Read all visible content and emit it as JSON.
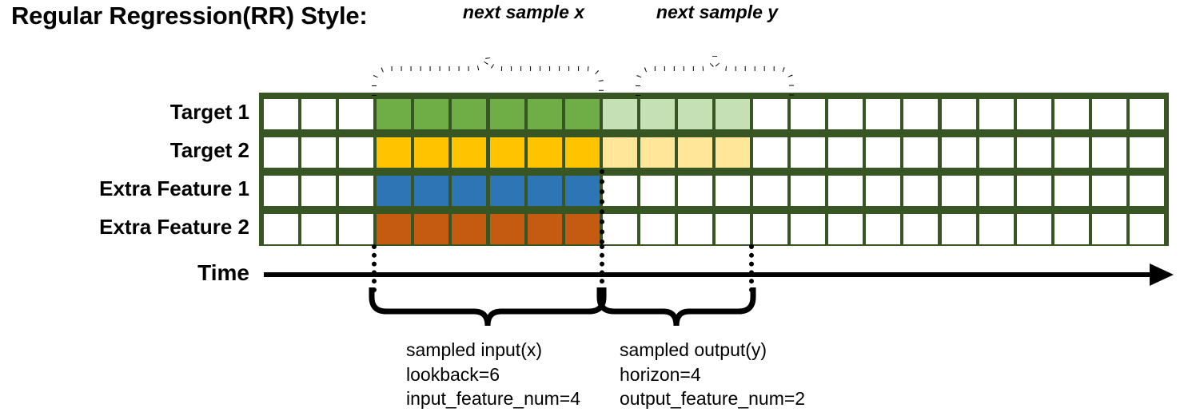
{
  "title": "Regular Regression(RR) Style:",
  "rows": [
    {
      "label": "Target 1",
      "solid_color": "#6FAD46",
      "light_color": "#C5E0B4",
      "has_output": true
    },
    {
      "label": "Target 2",
      "solid_color": "#FFC300",
      "light_color": "#FFE699",
      "has_output": true
    },
    {
      "label": "Extra Feature 1",
      "solid_color": "#2E75B6",
      "light_color": "#FFFFFF",
      "has_output": false
    },
    {
      "label": "Extra Feature 2",
      "solid_color": "#C55A11",
      "light_color": "#FFFFFF",
      "has_output": false
    }
  ],
  "grid": {
    "total_columns": 24,
    "leading_blank_columns": 3,
    "input_columns": 6,
    "output_columns": 4,
    "trailing_blank_columns": 11,
    "border_color": "#375623",
    "empty_cell_color": "#FFFFFF"
  },
  "time_axis": {
    "label": "Time",
    "arrow_direction": "right"
  },
  "top_callouts": [
    {
      "label": "next sample x",
      "span": "input"
    },
    {
      "label": "next sample y",
      "span": "output"
    }
  ],
  "bottom_callouts": [
    {
      "title": "sampled input(x)",
      "line2": "lookback=6",
      "line3": "input_feature_num=4"
    },
    {
      "title": "sampled output(y)",
      "line2": "horizon=4",
      "line3": "output_feature_num=2"
    }
  ],
  "colors": {
    "grid_border": "#375623",
    "target1": "#6FAD46",
    "target1_light": "#C5E0B4",
    "target2": "#FFC300",
    "target2_light": "#FFE699",
    "extra1": "#2E75B6",
    "extra2": "#C55A11",
    "ink": "#000000"
  }
}
